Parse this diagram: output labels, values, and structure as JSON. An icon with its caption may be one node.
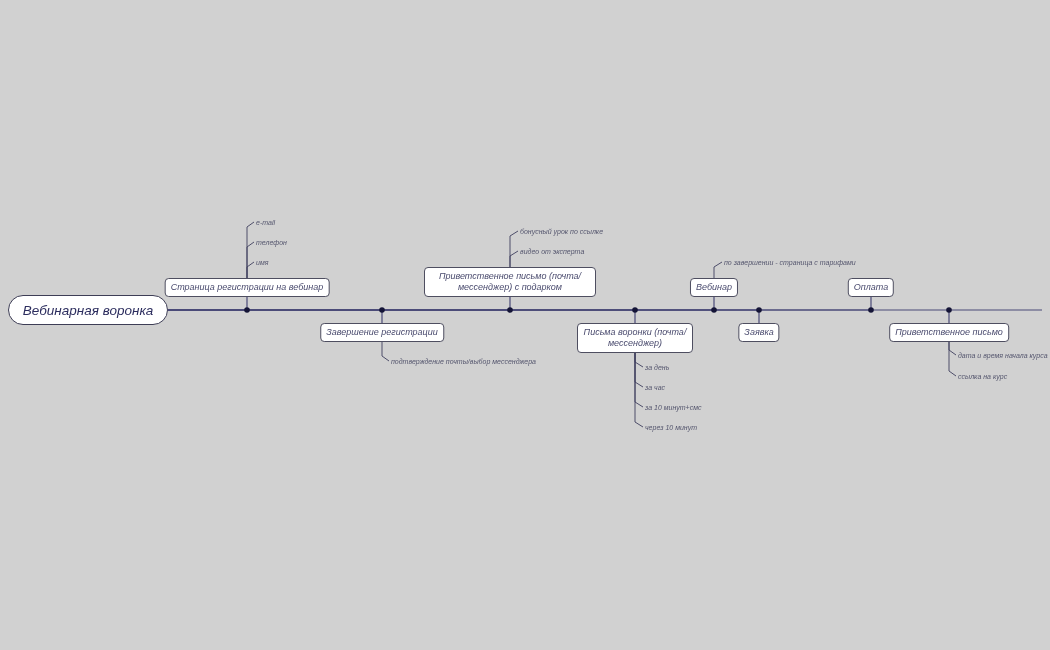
{
  "diagram": {
    "nodes": [
      {
        "text": [
          "Вебинарная воронка"
        ]
      },
      {
        "text": [
          "Страница регистрации на вебинар"
        ]
      },
      {
        "text": [
          "e-mail"
        ]
      },
      {
        "text": [
          "телефон"
        ]
      },
      {
        "text": [
          "имя"
        ]
      },
      {
        "text": [
          "Завершение регистрации"
        ]
      },
      {
        "text": [
          "подтверждение почты/выбор мессенджера"
        ]
      },
      {
        "text": [
          "Приветственное письмо (почта/ мессенджер) с подарком"
        ]
      },
      {
        "text": [
          "бонусный урок по ссылке"
        ]
      },
      {
        "text": [
          "видео от эксперта"
        ]
      },
      {
        "text": [
          "Письма воронки (почта/ мессенджер)"
        ]
      },
      {
        "text": [
          "за день"
        ]
      },
      {
        "text": [
          "за час"
        ]
      },
      {
        "text": [
          "за 10 минут+смс"
        ]
      },
      {
        "text": [
          "через 10 минут"
        ]
      },
      {
        "text": [
          "Вебинар"
        ]
      },
      {
        "text": [
          "по завершении - страница с тарифами"
        ]
      },
      {
        "text": [
          "Заявка"
        ]
      },
      {
        "text": [
          "Оплата"
        ]
      },
      {
        "text": [
          "Приветственное письмо"
        ]
      },
      {
        "text": [
          "дата и время начала курса"
        ]
      },
      {
        "text": [
          "ссылка на курс"
        ]
      }
    ],
    "edges": [
      {
        "from": 0,
        "to": 1,
        "arrow": "none"
      },
      {
        "from": 0,
        "to": 5,
        "arrow": "none"
      },
      {
        "from": 0,
        "to": 7,
        "arrow": "none"
      },
      {
        "from": 0,
        "to": 10,
        "arrow": "none"
      },
      {
        "from": 0,
        "to": 15,
        "arrow": "none"
      },
      {
        "from": 0,
        "to": 17,
        "arrow": "none"
      },
      {
        "from": 0,
        "to": 18,
        "arrow": "none"
      },
      {
        "from": 0,
        "to": 19,
        "arrow": "none"
      },
      {
        "from": 1,
        "to": 2,
        "arrow": "none"
      },
      {
        "from": 1,
        "to": 3,
        "arrow": "none"
      },
      {
        "from": 1,
        "to": 4,
        "arrow": "none"
      },
      {
        "from": 5,
        "to": 6,
        "arrow": "none"
      },
      {
        "from": 7,
        "to": 8,
        "arrow": "none"
      },
      {
        "from": 7,
        "to": 9,
        "arrow": "none"
      },
      {
        "from": 10,
        "to": 11,
        "arrow": "none"
      },
      {
        "from": 10,
        "to": 12,
        "arrow": "none"
      },
      {
        "from": 10,
        "to": 13,
        "arrow": "none"
      },
      {
        "from": 10,
        "to": 14,
        "arrow": "none"
      },
      {
        "from": 15,
        "to": 16,
        "arrow": "none"
      },
      {
        "from": 19,
        "to": 20,
        "arrow": "none"
      },
      {
        "from": 19,
        "to": 21,
        "arrow": "none"
      }
    ]
  }
}
